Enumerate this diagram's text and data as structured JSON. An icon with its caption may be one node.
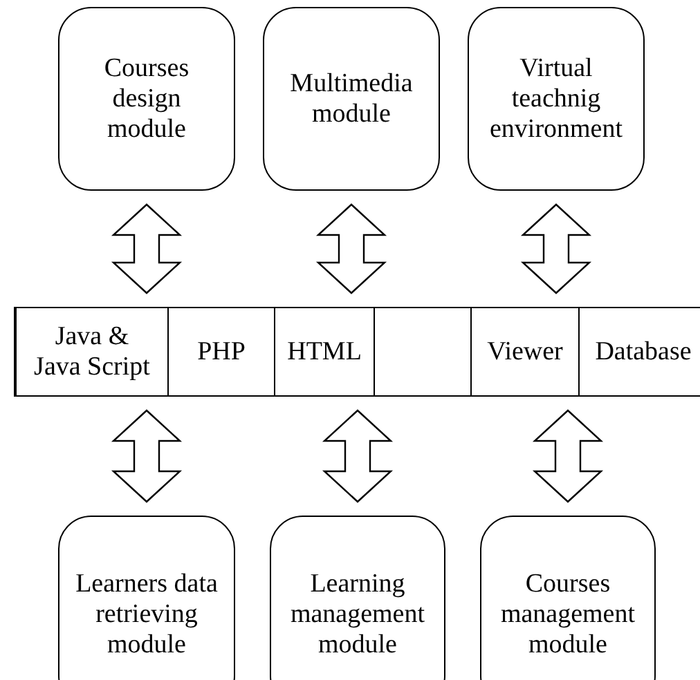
{
  "diagram": {
    "nodes": [
      {
        "text": [
          "Courses design module"
        ]
      },
      {
        "text": [
          "Multimedia module"
        ]
      },
      {
        "text": [
          "Virtual teachnig environment"
        ]
      },
      {
        "text": [],
        "shape": "box"
      },
      {
        "text": [
          "Java & Java Script"
        ],
        "in": 3
      },
      {
        "text": [
          "PHP"
        ],
        "in": 3
      },
      {
        "text": [
          "HTML"
        ],
        "in": 3
      },
      {
        "text": [],
        "shape": "box",
        "in": 3
      },
      {
        "text": [
          "Viewer"
        ],
        "in": 3
      },
      {
        "text": [
          "Database"
        ],
        "in": 3
      },
      {
        "text": [
          "Learners data retrieving module"
        ]
      },
      {
        "text": [
          "Learning management module"
        ]
      },
      {
        "text": [
          "Courses management module"
        ]
      }
    ],
    "edges": [
      {
        "from": 0,
        "to": 3,
        "arrow": "both"
      },
      {
        "from": 1,
        "to": 3,
        "arrow": "both"
      },
      {
        "from": 2,
        "to": 3,
        "arrow": "both"
      },
      {
        "from": 3,
        "to": 10,
        "arrow": "both"
      },
      {
        "from": 3,
        "to": 11,
        "arrow": "both"
      },
      {
        "from": 3,
        "to": 12,
        "arrow": "both"
      }
    ]
  }
}
